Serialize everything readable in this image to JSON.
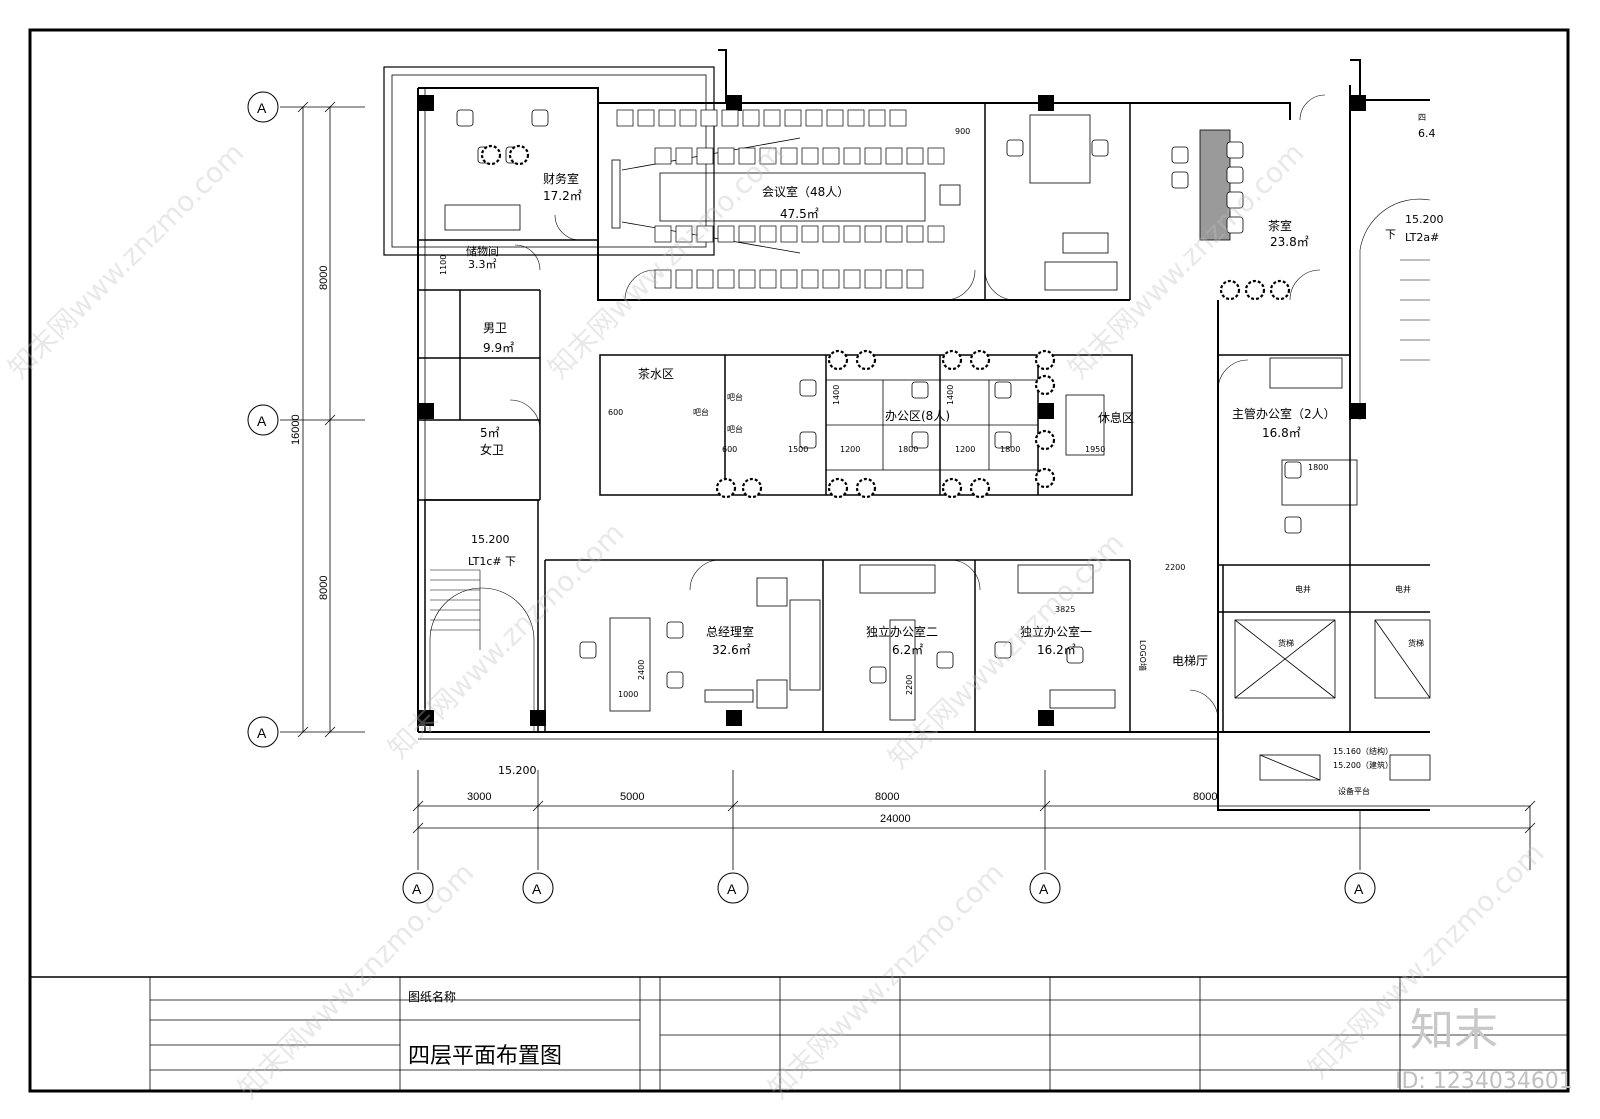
{
  "rooms": {
    "finance": {
      "name": "财务室",
      "area": "17.2㎡"
    },
    "storage": {
      "name": "储物间",
      "area": "3.3㎡"
    },
    "meeting": {
      "name": "会议室（48人）",
      "area": "47.5㎡"
    },
    "tea_room": {
      "name": "茶室",
      "area": "23.8㎡"
    },
    "male_wc": {
      "name": "男卫",
      "area": "9.9㎡"
    },
    "female_wc": {
      "name": "女卫",
      "area": "5㎡"
    },
    "pantry": {
      "name": "茶水区"
    },
    "office_area": {
      "name": "办公区(8人)"
    },
    "rest_area": {
      "name": "休息区"
    },
    "supervisor": {
      "name": "主管办公室（2人）",
      "area": "16.8㎡"
    },
    "gm": {
      "name": "总经理室",
      "area": "32.6㎡"
    },
    "office2": {
      "name": "独立办公室二",
      "area": "6.2㎡"
    },
    "office1": {
      "name": "独立办公室一",
      "area": "16.2㎡"
    },
    "elevator_hall": {
      "name": "电梯厅"
    },
    "shaft1": {
      "name": "电井"
    },
    "shaft2": {
      "name": "电井"
    },
    "elevator1": {
      "name": "货梯"
    },
    "elevator2": {
      "name": "货梯"
    },
    "equipment": {
      "name": "设备平台"
    }
  },
  "labels": {
    "bar1": "吧台",
    "bar2": "吧台",
    "bar3": "吧台",
    "stair_left_level": "15.200",
    "stair_left_id": "LT1c#",
    "stair_left_down": "下",
    "stair_right_level": "15.200",
    "stair_right_id": "LT2a#",
    "stair_right_down": "下",
    "level_bottom": "15.200",
    "level_struct": "15.160（结构）",
    "level_arch": "15.200（建筑）",
    "logo_wall": "LOGO墙",
    "right_partial_1": "四",
    "right_partial_2": "6.4"
  },
  "dimensions": {
    "v_top": "8000",
    "v_total": "16000",
    "v_bottom": "8000",
    "h1": "3000",
    "h2": "5000",
    "h3": "8000",
    "h4": "8000",
    "h_total": "24000",
    "d900": "900",
    "d1100": "1100",
    "d1400a": "1400",
    "d1400b": "1400",
    "d1500": "1500",
    "d1200a": "1200",
    "d1800a": "1800",
    "d1200b": "1200",
    "d1800b": "1800",
    "d1950": "1950",
    "d600a": "600",
    "d600b": "600",
    "d1800c": "1800",
    "d2200a": "2200",
    "d3825": "3825",
    "d2400": "2400",
    "d1000": "1000",
    "d2200b": "2200"
  },
  "axes": {
    "row_top": "A",
    "row_mid": "A",
    "row_bottom": "A",
    "col1": "A",
    "col2": "A",
    "col3": "A",
    "col4": "A",
    "col5": "A"
  },
  "title_block": {
    "drawing_name_label": "图纸名称",
    "drawing_name": "四层平面布置图"
  },
  "watermark": {
    "text": "知末网www.znzmo.com",
    "brand": "知末",
    "id": "ID: 1234034601"
  }
}
